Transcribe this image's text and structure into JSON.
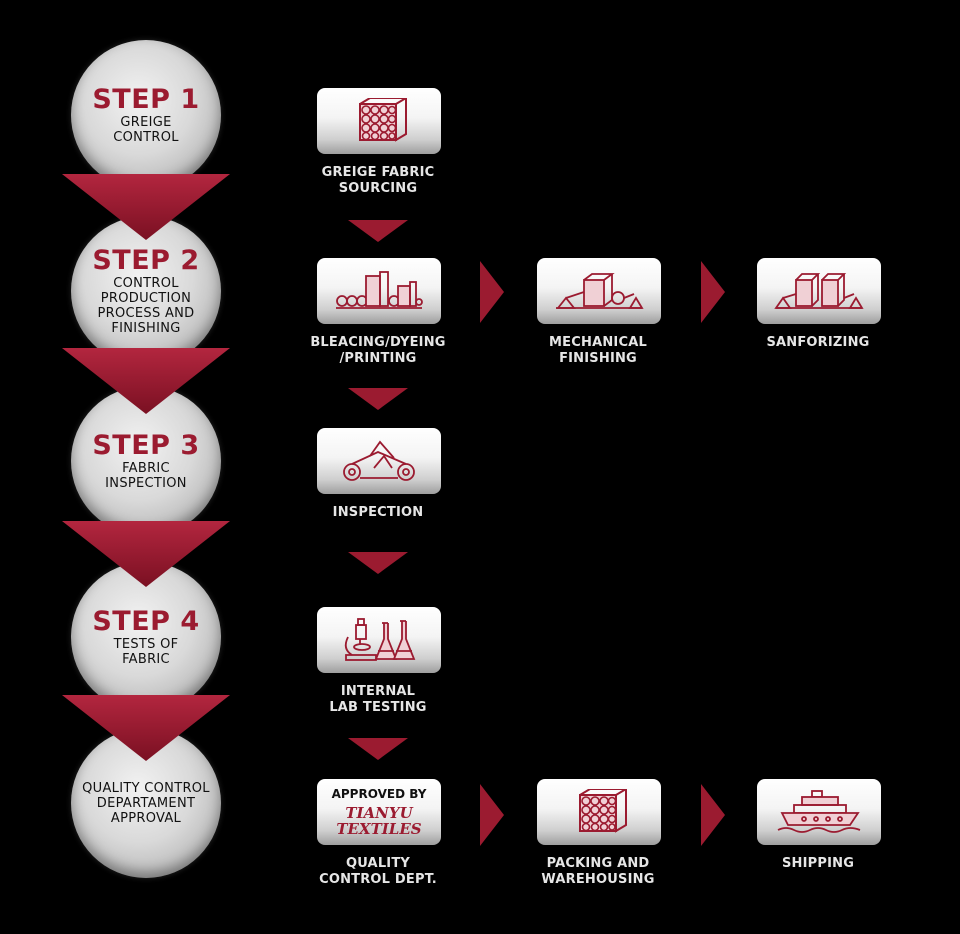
{
  "colors": {
    "accent": "#9b1b30",
    "background": "#000000",
    "label": "#e6e6e6"
  },
  "steps": [
    {
      "title": "STEP 1",
      "subtitle": "GREIGE\nCONTROL"
    },
    {
      "title": "STEP 2",
      "subtitle": "CONTROL\nPRODUCTION\nPROCESS AND\nFINISHING"
    },
    {
      "title": "STEP 3",
      "subtitle": "FABRIC\nINSPECTION"
    },
    {
      "title": "STEP 4",
      "subtitle": "TESTS OF\nFABRIC"
    },
    {
      "title": "",
      "subtitle": "QUALITY CONTROL\nDEPARTAMENT\nAPPROVAL"
    }
  ],
  "stages": {
    "greige_sourcing": {
      "label": "GREIGE FABRIC\nSOURCING",
      "icon": "fabric-rolls-icon"
    },
    "bleaching": {
      "label": "BLEACING/DYEING\n/PRINTING",
      "icon": "dyeing-machine-icon"
    },
    "mechanical": {
      "label": "MECHANICAL\nFINISHING",
      "icon": "finishing-machine-icon"
    },
    "sanforizing": {
      "label": "SANFORIZING",
      "icon": "sanforizing-machine-icon"
    },
    "inspection": {
      "label": "INSPECTION",
      "icon": "inspection-machine-icon"
    },
    "lab_testing": {
      "label": "INTERNAL\nLAB TESTING",
      "icon": "lab-flasks-icon"
    },
    "quality_control": {
      "label": "QUALITY\nCONTROL DEPT.",
      "approved_text": "APPROVED BY",
      "brand_line1": "TIANYU",
      "brand_line2": "TEXTILES"
    },
    "packing": {
      "label": "PACKING AND\nWAREHOUSING",
      "icon": "fabric-rolls-icon"
    },
    "shipping": {
      "label": "SHIPPING",
      "icon": "ship-icon"
    }
  }
}
